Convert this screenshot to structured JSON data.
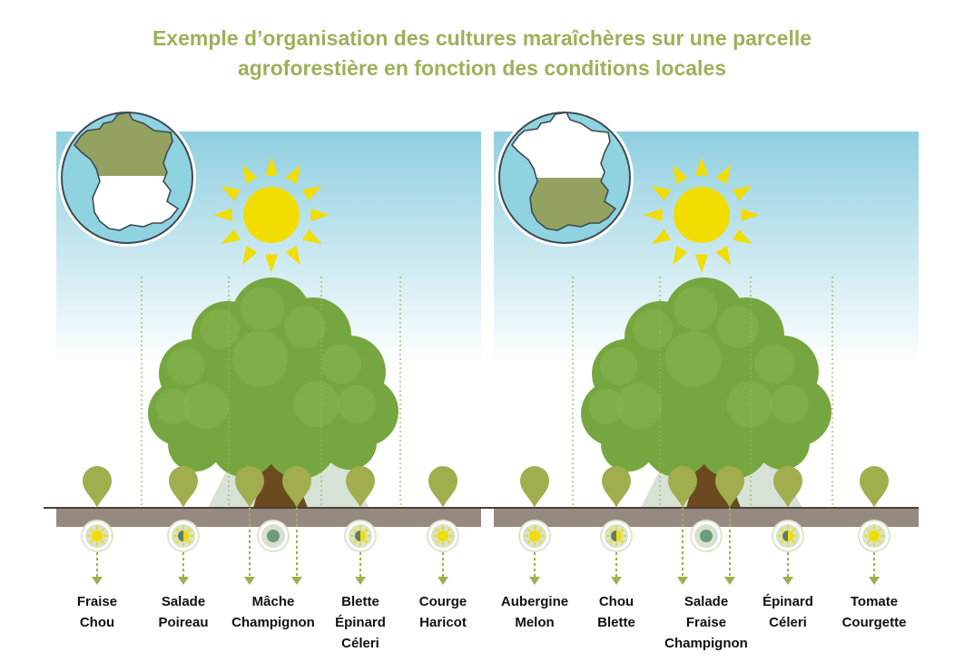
{
  "title": {
    "line1": "Exemple d’organisation des cultures maraîchères sur une parcelle",
    "line2": "agroforestière en fonction des conditions locales"
  },
  "colors": {
    "title": "#9cb15a",
    "sky_top": "#8fcfe0",
    "ground": "#968a80",
    "foliage": "#76a640",
    "trunk": "#6b4a1e",
    "pin": "#a2ad4e",
    "map_region": "#93a261",
    "sun": "#f2dd00"
  },
  "panels": [
    {
      "id": "left",
      "map_highlight": "north",
      "columns": [
        {
          "exposure": "sun",
          "crops": [
            "Fraise",
            "Chou"
          ]
        },
        {
          "exposure": "half-shade",
          "crops": [
            "Salade",
            "Poireau"
          ]
        },
        {
          "exposure": "shade",
          "crops": [
            "Mâche",
            "Champignon"
          ]
        },
        {
          "exposure": "half-shade",
          "crops": [
            "Blette",
            "Épinard",
            "Céleri"
          ]
        },
        {
          "exposure": "sun",
          "crops": [
            "Courge",
            "Haricot"
          ]
        }
      ]
    },
    {
      "id": "right",
      "map_highlight": "south",
      "columns": [
        {
          "exposure": "sun",
          "crops": [
            "Aubergine",
            "Melon"
          ]
        },
        {
          "exposure": "half-shade",
          "crops": [
            "Chou",
            "Blette"
          ]
        },
        {
          "exposure": "shade",
          "crops": [
            "Salade",
            "Fraise",
            "Champignon"
          ]
        },
        {
          "exposure": "half-shade",
          "crops": [
            "Épinard",
            "Céleri"
          ]
        },
        {
          "exposure": "sun",
          "crops": [
            "Tomate",
            "Courgette"
          ]
        }
      ]
    }
  ]
}
